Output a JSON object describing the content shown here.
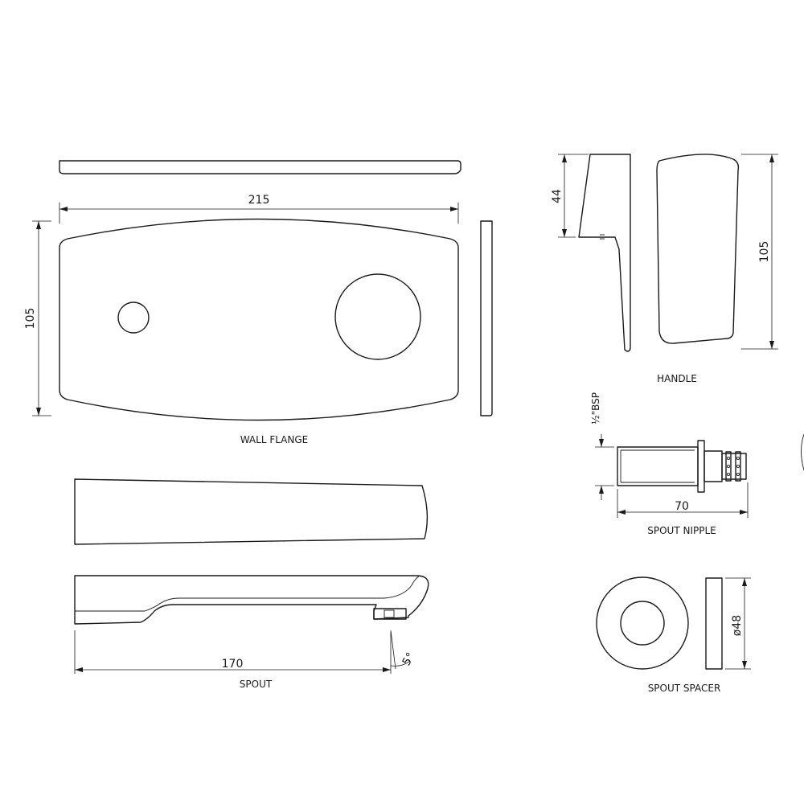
{
  "labels": {
    "wall_flange": "WALL FLANGE",
    "handle": "HANDLE",
    "spout_nipple": "SPOUT NIPPLE",
    "spout": "SPOUT",
    "spout_spacer": "SPOUT SPACER"
  },
  "dimensions": {
    "flange_width": "215",
    "flange_height": "105",
    "handle_depth": "44",
    "handle_height": "105",
    "nipple_thread": "½\"BSP",
    "nipple_length": "70",
    "spout_length": "170",
    "spout_angle": "5°",
    "spacer_diameter": "ø48"
  }
}
